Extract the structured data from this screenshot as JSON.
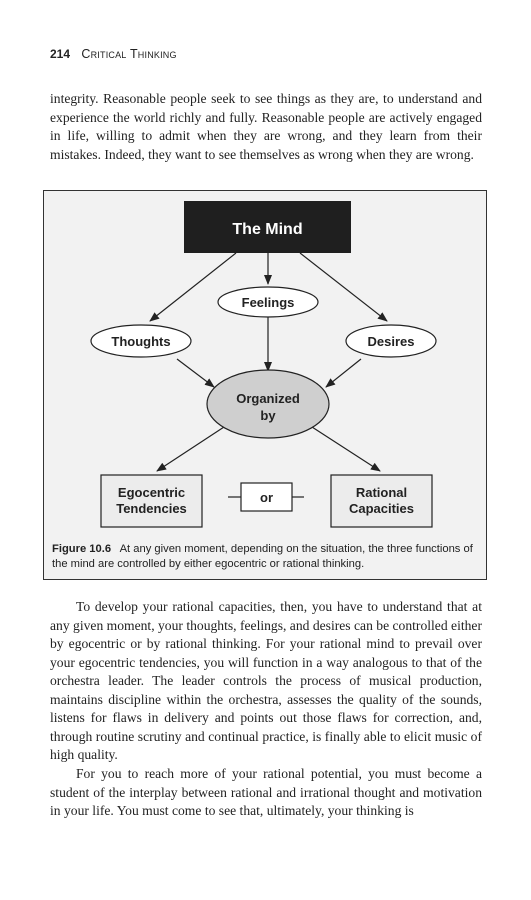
{
  "header": {
    "page_number": "214",
    "running_title": "Critical Thinking"
  },
  "paragraphs": {
    "p1": "integrity. Reasonable people seek to see things as they are, to understand and experience the world richly and fully. Reasonable people are actively engaged in life, willing to admit when they are wrong, and they learn from their mistakes. Indeed, they want to see themselves as wrong when they are wrong.",
    "p2": "To develop your rational capacities, then, you have to understand that at any given moment, your thoughts, feelings, and desires can be controlled either by egocentric or by rational thinking. For your rational mind to prevail over your egocentric tendencies, you will function in a way analogous to that of the orchestra leader. The leader controls the process of musical production, maintains discipline within the orchestra, assesses the quality of the sounds, listens for flaws in delivery and points out those flaws for correction, and, through routine scrutiny and continual practice, is finally able to elicit music of high quality.",
    "p3": "For you to reach more of your rational potential, you must become a student of the interplay between rational and irrational thought and motivation in your life. You must come to see that, ultimately, your thinking is"
  },
  "figure": {
    "nodes": {
      "mind": "The Mind",
      "feelings": "Feelings",
      "thoughts": "Thoughts",
      "desires": "Desires",
      "organized_line1": "Organized",
      "organized_line2": "by",
      "egocentric_line1": "Egocentric",
      "egocentric_line2": "Tendencies",
      "or": "or",
      "rational_line1": "Rational",
      "rational_line2": "Capacities"
    },
    "caption_label": "Figure 10.6",
    "caption_text": "At any given moment, depending on the situation, the three functions of the mind are controlled by either egocentric or rational thinking."
  },
  "colors": {
    "mind_box": "#1f1f1f",
    "organized_fill": "#cfcfcf",
    "figure_bg": "#f2f2f2",
    "box_fill": "#ececec"
  }
}
